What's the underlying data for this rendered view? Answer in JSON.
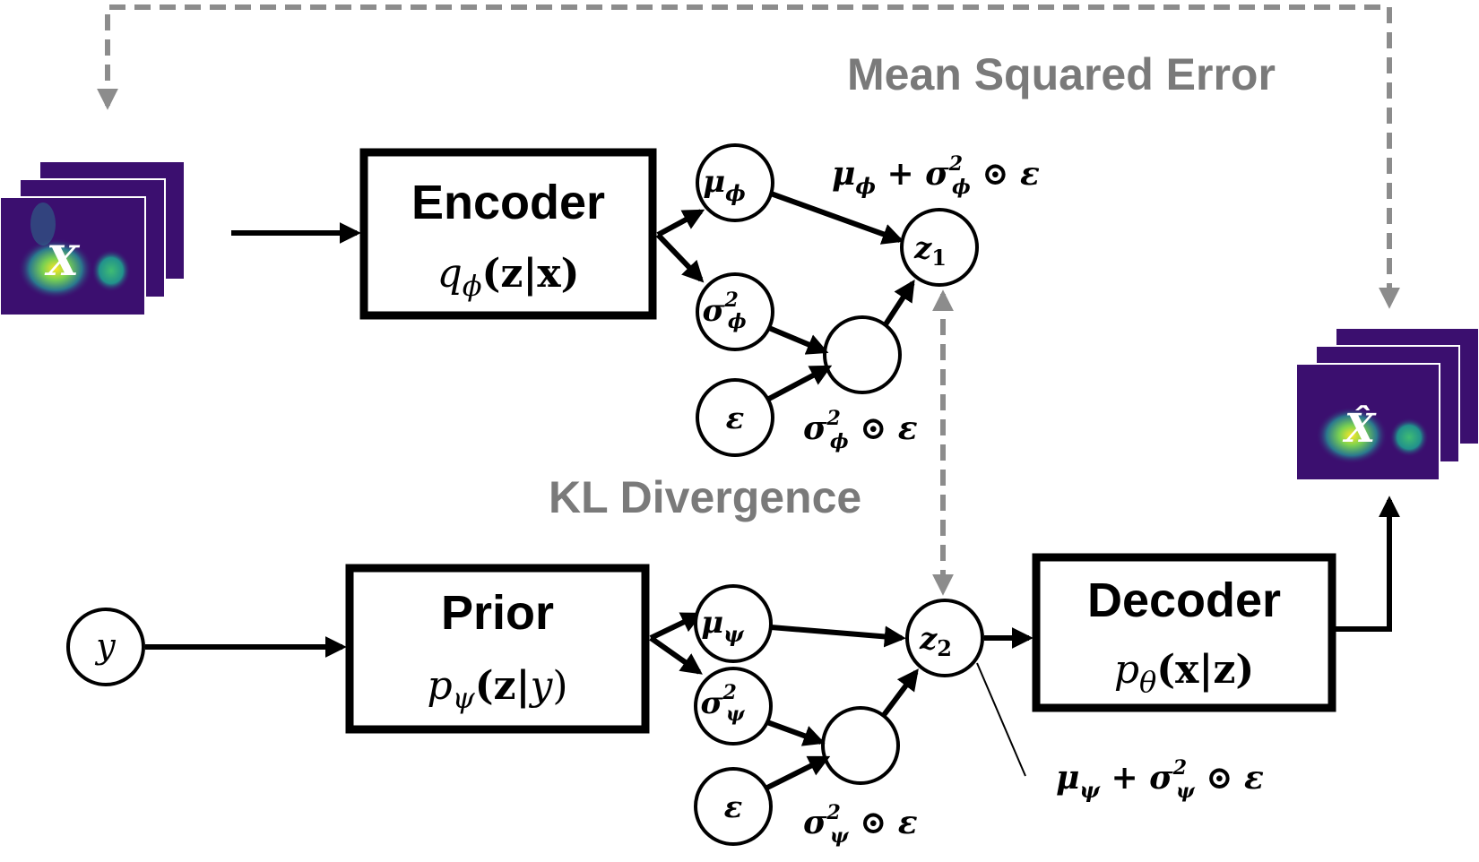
{
  "labels": {
    "mse": "Mean Squared Error",
    "kl": "KL Divergence"
  },
  "encoder": {
    "title": "Encoder",
    "func": "q",
    "sub": "ϕ",
    "arg": "(z|x)"
  },
  "prior": {
    "title": "Prior",
    "func": "p",
    "sub": "ψ",
    "arg": "(z|",
    "arg_var": "y",
    "arg_close": ")"
  },
  "decoder": {
    "title": "Decoder",
    "func": "p",
    "sub": "θ",
    "arg": "(x|z)"
  },
  "nodes": {
    "y": "y",
    "mu_phi": "μ",
    "mu_phi_sub": "ϕ",
    "sigma_phi": "σ",
    "sigma_phi_sub": "ϕ",
    "sigma_sup": "2",
    "eps": "ε",
    "z1": "z",
    "z1_sub": "1",
    "mu_psi": "μ",
    "mu_psi_sub": "ψ",
    "sigma_psi": "σ",
    "sigma_psi_sub": "ψ",
    "z2": "z",
    "z2_sub": "2"
  },
  "equations": {
    "z1_eq_mu": "μ",
    "z1_eq_sub": "ϕ",
    "z1_eq_plus": " + σ",
    "z1_eq_sup": "2",
    "z1_eq_sub2": "ϕ",
    "z1_eq_end": " ⊙ ε",
    "prod_phi_s": "σ",
    "prod_phi_sup": "2",
    "prod_phi_sub": "ϕ",
    "prod_phi_end": " ⊙ ε",
    "prod_psi_s": "σ",
    "prod_psi_sup": "2",
    "prod_psi_sub": "ψ",
    "prod_psi_end": " ⊙ ε",
    "z2_eq_mu": "μ",
    "z2_eq_sub": "ψ",
    "z2_eq_plus": " + σ",
    "z2_eq_sup": "2",
    "z2_eq_sub2": "ψ",
    "z2_eq_end": " ⊙ ε"
  },
  "images": {
    "input_label": "X",
    "output_label": "X̂"
  },
  "colors": {
    "heatmap_bg": "#3b0f6f",
    "heatmap_mid": "#2a788e",
    "heatmap_hot": "#fde725",
    "heatmap_green": "#3fbc73",
    "dashed": "#8c8c8c"
  }
}
